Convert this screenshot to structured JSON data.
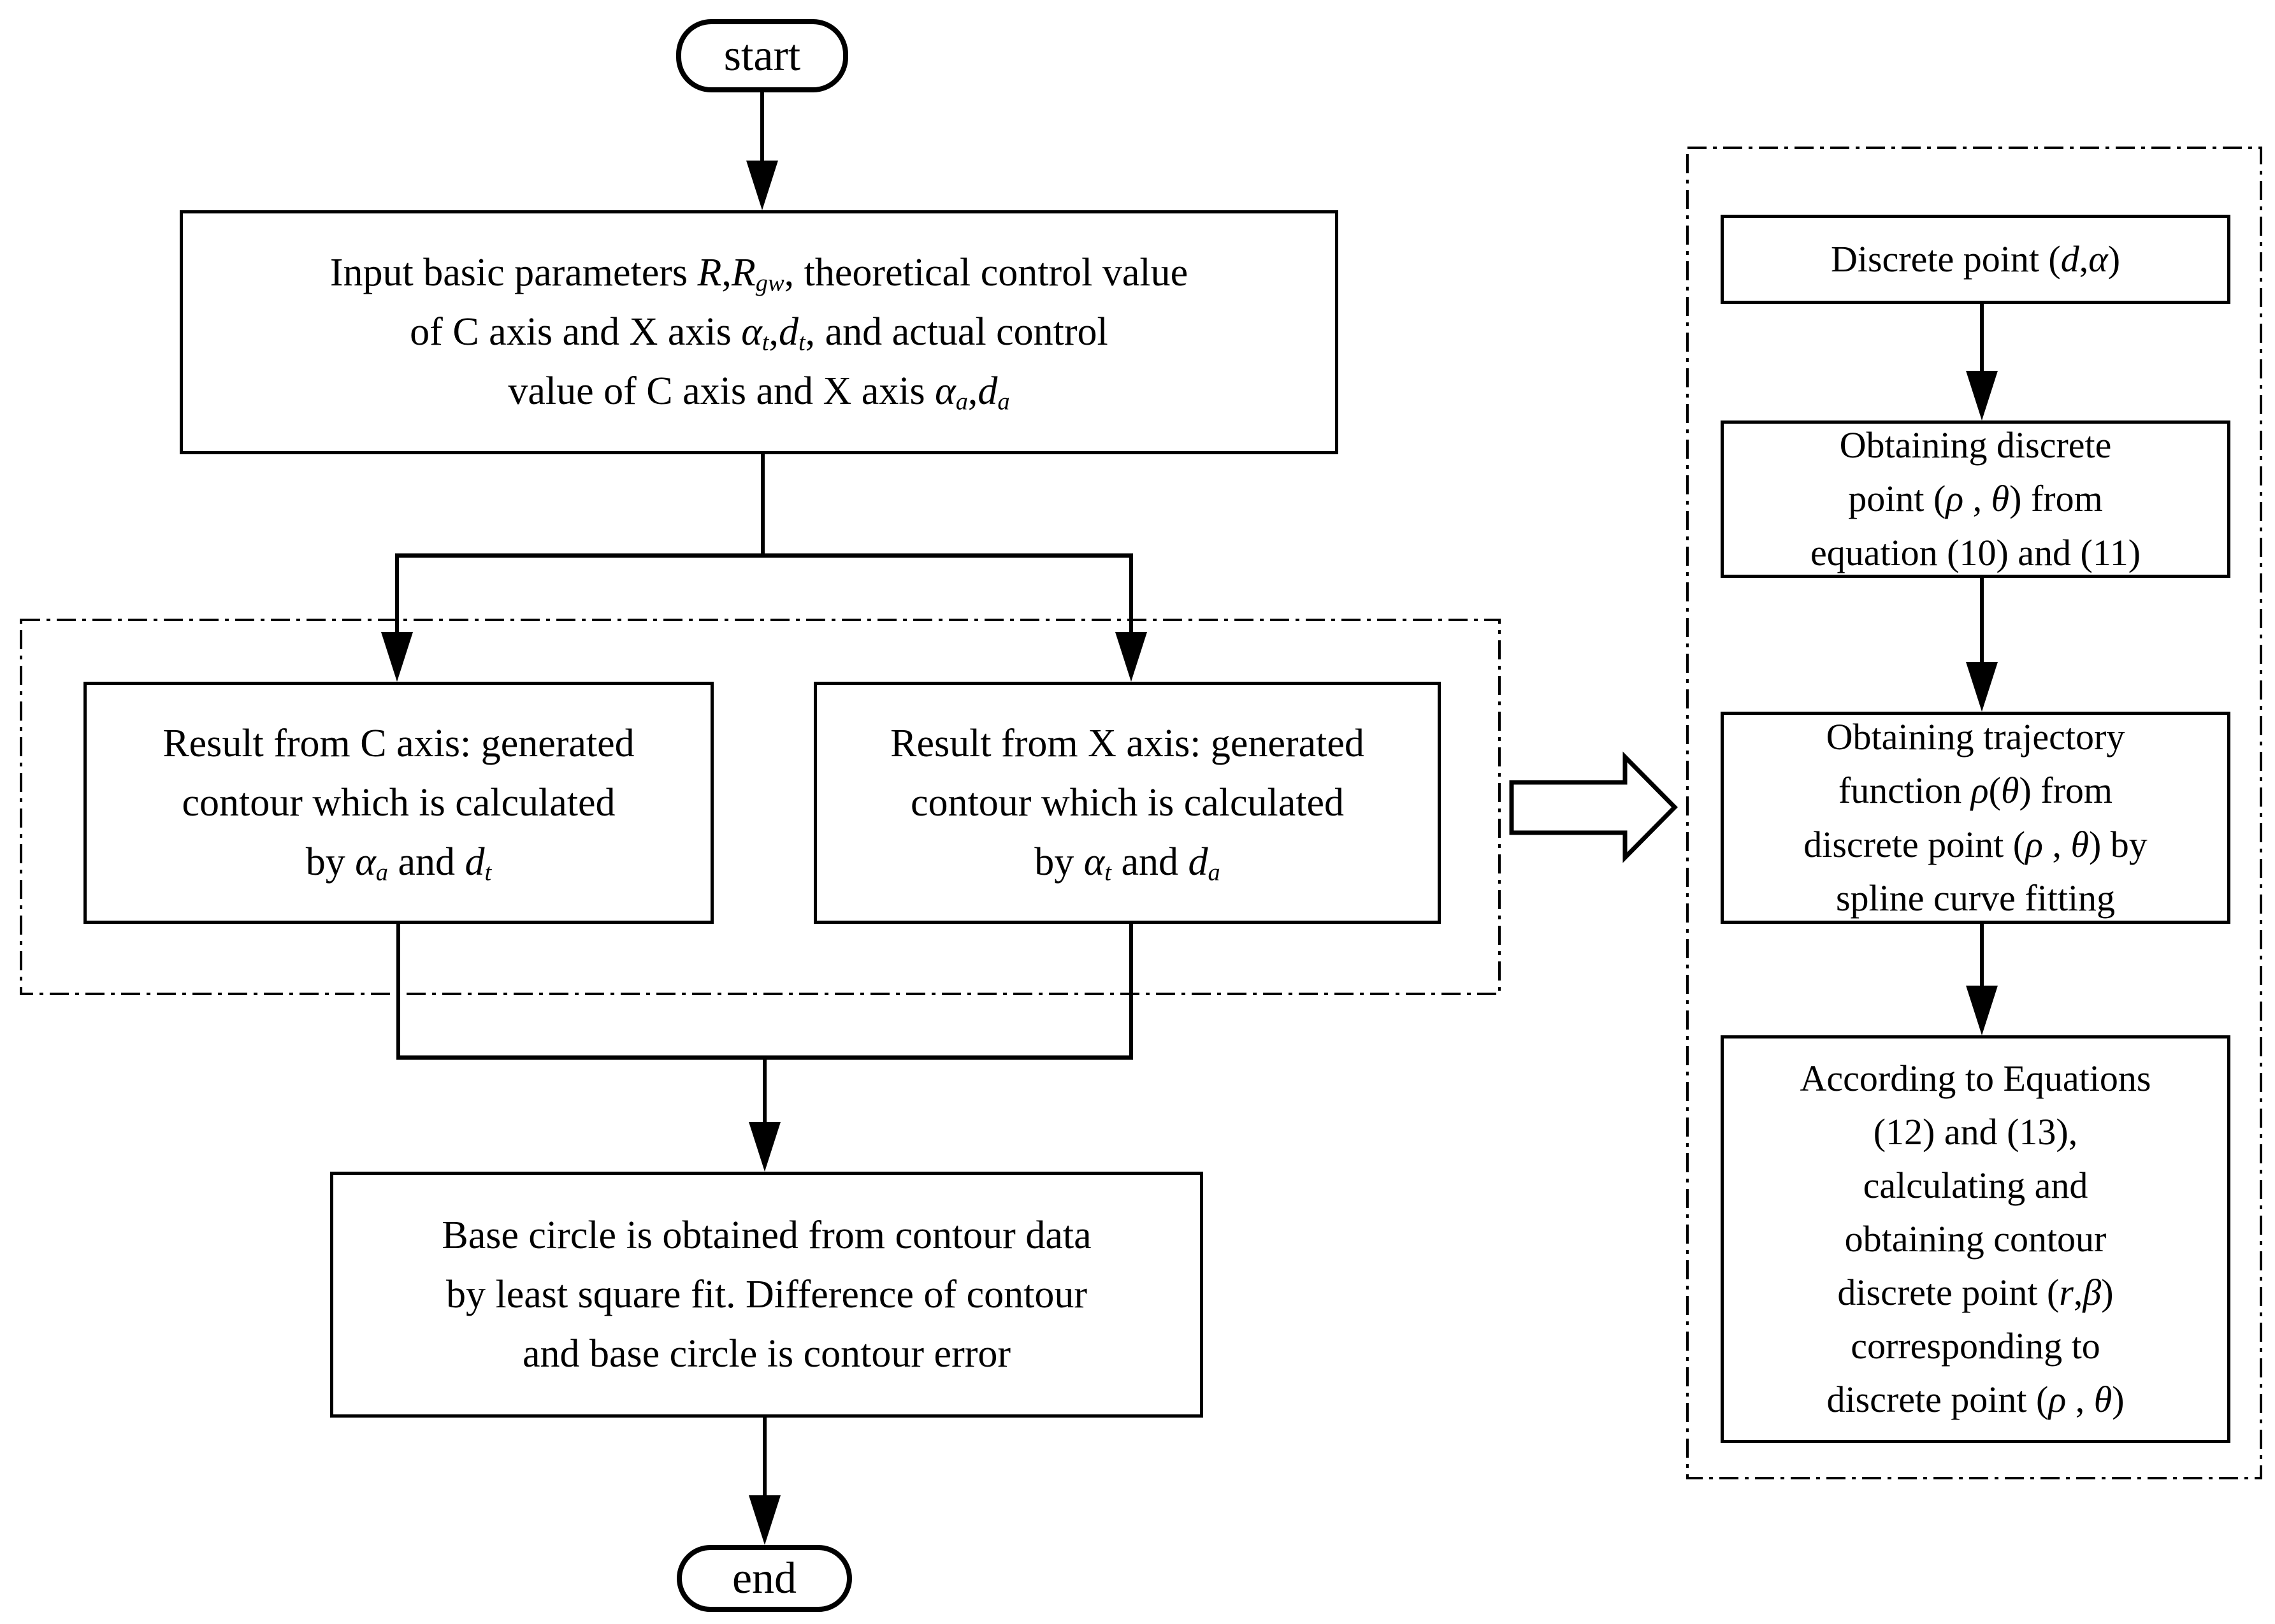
{
  "colors": {
    "ink": "#000000",
    "paper": "#ffffff"
  },
  "terminals": {
    "start": "start",
    "end": "end"
  },
  "nodes": {
    "input": {
      "text": "Input basic parameters R,Rgw, theoretical control value of C axis and X axis αt,dt, and actual control value of C axis and X axis αa,da",
      "segments": [
        {
          "t": "Input basic parameters "
        },
        {
          "t": "R",
          "i": 1
        },
        {
          "t": ","
        },
        {
          "t": "R",
          "i": 1
        },
        {
          "t": "gw",
          "i": 1,
          "s": 1
        },
        {
          "t": ", theoretical control value"
        },
        {
          "br": 1
        },
        {
          "t": "of C axis and X axis "
        },
        {
          "t": "α",
          "i": 1
        },
        {
          "t": "t",
          "i": 1,
          "s": 1
        },
        {
          "t": ","
        },
        {
          "t": "d",
          "i": 1
        },
        {
          "t": "t",
          "i": 1,
          "s": 1
        },
        {
          "t": ", and actual control"
        },
        {
          "br": 1
        },
        {
          "t": "value of C axis and X axis "
        },
        {
          "t": "α",
          "i": 1
        },
        {
          "t": "a",
          "i": 1,
          "s": 1
        },
        {
          "t": ","
        },
        {
          "t": "d",
          "i": 1
        },
        {
          "t": "a",
          "i": 1,
          "s": 1
        }
      ]
    },
    "result_c": {
      "text": "Result from C axis: generated contour which is calculated by αa and dt",
      "segments": [
        {
          "t": "Result from C axis: generated"
        },
        {
          "br": 1
        },
        {
          "t": "contour which is calculated"
        },
        {
          "br": 1
        },
        {
          "t": "by "
        },
        {
          "t": "α",
          "i": 1
        },
        {
          "t": "a",
          "i": 1,
          "s": 1
        },
        {
          "t": " and "
        },
        {
          "t": "d",
          "i": 1
        },
        {
          "t": "t",
          "i": 1,
          "s": 1
        }
      ]
    },
    "result_x": {
      "text": "Result from X axis: generated contour which is calculated by αt and da",
      "segments": [
        {
          "t": "Result from X axis: generated"
        },
        {
          "br": 1
        },
        {
          "t": "contour which is calculated"
        },
        {
          "br": 1
        },
        {
          "t": "by "
        },
        {
          "t": "α",
          "i": 1
        },
        {
          "t": "t",
          "i": 1,
          "s": 1
        },
        {
          "t": " and "
        },
        {
          "t": "d",
          "i": 1
        },
        {
          "t": "a",
          "i": 1,
          "s": 1
        }
      ]
    },
    "base_circle": {
      "text": "Base circle is obtained from contour data by least square fit. Difference of contour and base circle is contour error",
      "segments": [
        {
          "t": "Base circle is obtained from contour data"
        },
        {
          "br": 1
        },
        {
          "t": "by least square fit. Difference of contour"
        },
        {
          "br": 1
        },
        {
          "t": "and base circle is contour error"
        }
      ]
    },
    "discrete_point": {
      "text": "Discrete point (d,α)",
      "segments": [
        {
          "t": "Discrete point ("
        },
        {
          "t": "d",
          "i": 1
        },
        {
          "t": ","
        },
        {
          "t": "α",
          "i": 1
        },
        {
          "t": ")"
        }
      ]
    },
    "equation": {
      "text": "Obtaining discrete point (ρ , θ) from equation (10) and (11)",
      "segments": [
        {
          "t": "Obtaining discrete"
        },
        {
          "br": 1
        },
        {
          "t": "point ("
        },
        {
          "t": "ρ",
          "i": 1
        },
        {
          "t": " , "
        },
        {
          "t": "θ",
          "i": 1
        },
        {
          "t": ") from"
        },
        {
          "br": 1
        },
        {
          "t": "equation (10) and (11)"
        }
      ]
    },
    "trajectory": {
      "text": "Obtaining trajectory function ρ(θ) from discrete point (ρ , θ) by spline curve fitting",
      "segments": [
        {
          "t": "Obtaining trajectory"
        },
        {
          "br": 1
        },
        {
          "t": "function "
        },
        {
          "t": "ρ",
          "i": 1
        },
        {
          "t": "("
        },
        {
          "t": "θ",
          "i": 1
        },
        {
          "t": ") from"
        },
        {
          "br": 1
        },
        {
          "t": "discrete point ("
        },
        {
          "t": "ρ",
          "i": 1
        },
        {
          "t": " , "
        },
        {
          "t": "θ",
          "i": 1
        },
        {
          "t": ") by"
        },
        {
          "br": 1
        },
        {
          "t": "spline curve fitting"
        }
      ]
    },
    "contour_point": {
      "text": "According to Equations (12) and (13), calculating and obtaining contour discrete point (r,β) corresponding to discrete point (ρ , θ)",
      "segments": [
        {
          "t": "According to Equations"
        },
        {
          "br": 1
        },
        {
          "t": "(12) and (13),"
        },
        {
          "br": 1
        },
        {
          "t": "calculating and"
        },
        {
          "br": 1
        },
        {
          "t": "obtaining contour"
        },
        {
          "br": 1
        },
        {
          "t": "discrete point ("
        },
        {
          "t": "r",
          "i": 1
        },
        {
          "t": ","
        },
        {
          "t": "β",
          "i": 1
        },
        {
          "t": ")"
        },
        {
          "br": 1
        },
        {
          "t": "corresponding to"
        },
        {
          "br": 1
        },
        {
          "t": "discrete point ("
        },
        {
          "t": "ρ",
          "i": 1
        },
        {
          "t": " , "
        },
        {
          "t": "θ",
          "i": 1
        },
        {
          "t": ")"
        }
      ]
    }
  }
}
